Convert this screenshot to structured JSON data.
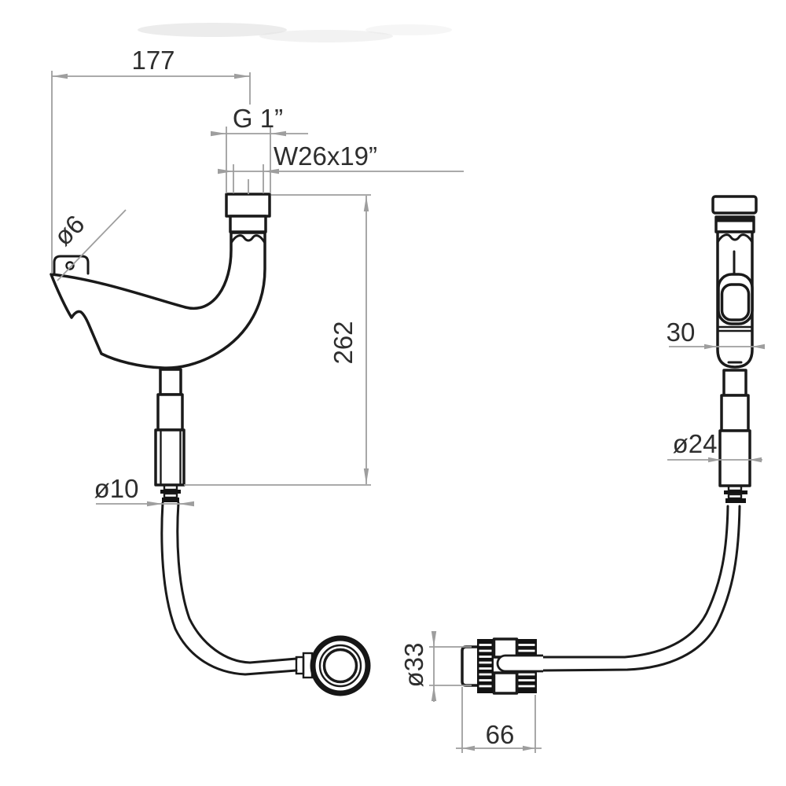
{
  "drawing": {
    "type": "technical-drawing",
    "description_visible_text_only": true,
    "labels": {
      "width_top": "177",
      "thread_top": "G 1”",
      "thread_shank": "W26x19”",
      "height_body": "262",
      "hole_diameter": "ø6",
      "hose_diameter": "ø10",
      "head_depth": "30",
      "stem_diameter": "ø24",
      "spray_head_diameter": "ø33",
      "spray_head_length": "66"
    },
    "colors": {
      "outline": "#1a1a1a",
      "dimension": "#9e9e9e",
      "text": "#2e2e2e",
      "background": "#ffffff"
    }
  }
}
